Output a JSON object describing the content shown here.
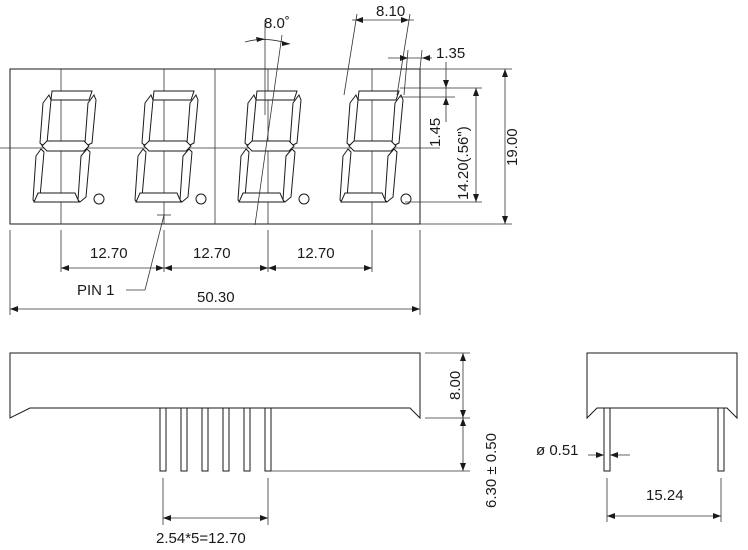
{
  "dimensions": {
    "angle": "8.0˚",
    "segment_offset": "8.10",
    "edge_margin": "1.35",
    "segment_width": "1.45",
    "digit_height": "14.20(.56\")",
    "total_height": "19.00",
    "digit_pitch": [
      "12.70",
      "12.70",
      "12.70"
    ],
    "pin_label": "PIN 1",
    "total_width": "50.30",
    "body_depth": "8.00",
    "pin_length": "6.30 ± 0.50",
    "pin_diameter": "ø 0.51",
    "row_spacing": "15.24",
    "pin_pitch": "2.54*5=12.70"
  },
  "colors": {
    "line": "#1a1a1a",
    "background": "#ffffff"
  }
}
